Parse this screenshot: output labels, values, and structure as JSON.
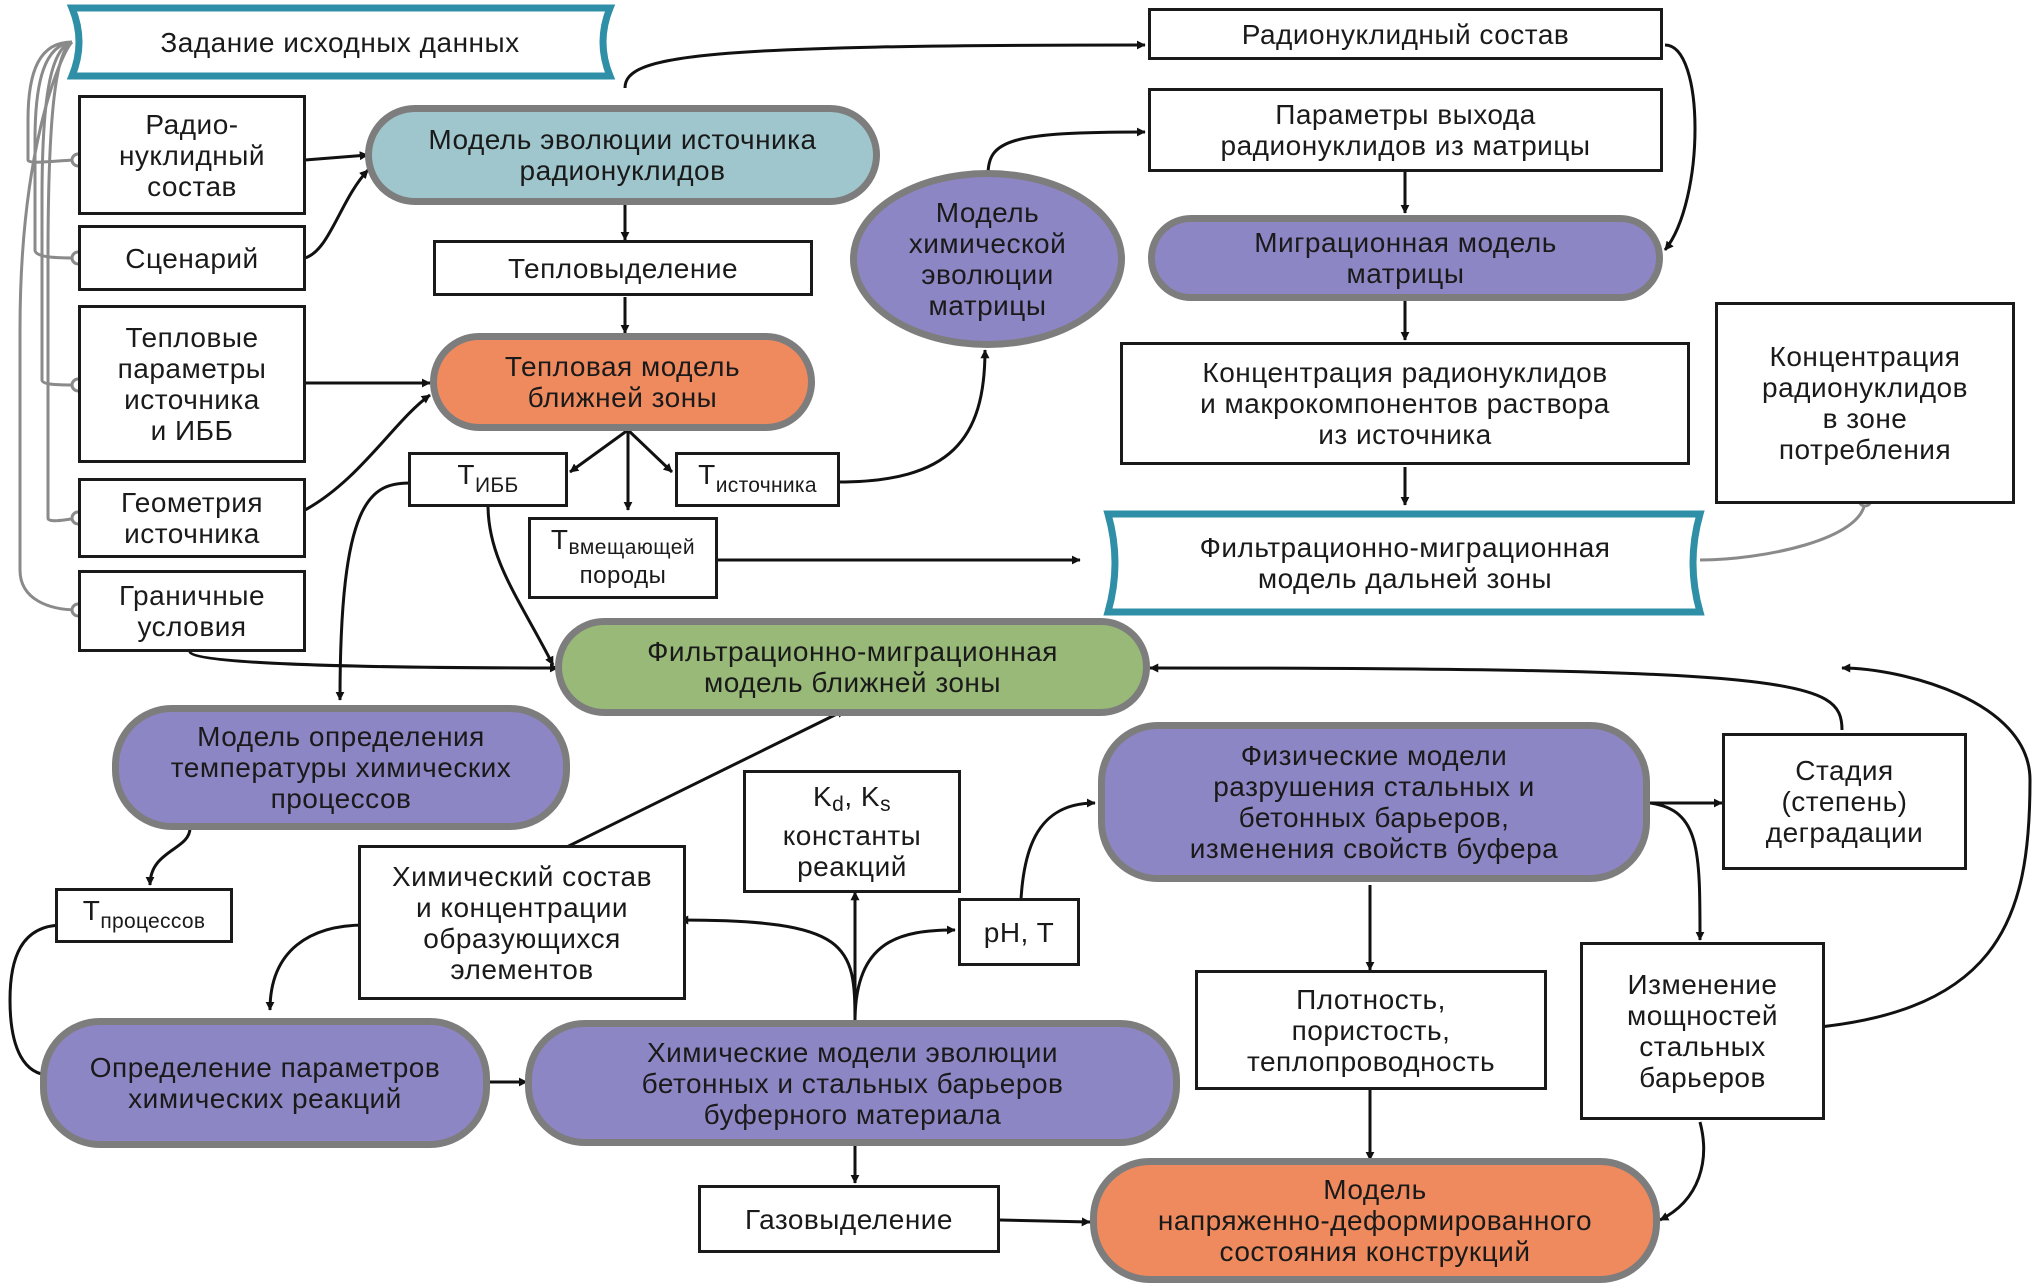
{
  "nodes": {
    "initial_data": {
      "lines": [
        "Задание  исходных  данных"
      ]
    },
    "radionuclide_composition_left": {
      "lines": [
        "Радио-",
        "нуклидный",
        "состав"
      ]
    },
    "scenario": {
      "lines": [
        "Сценарий"
      ]
    },
    "thermal_params": {
      "lines": [
        "Тепловые",
        "параметры",
        "источника",
        "и ИББ"
      ]
    },
    "source_geometry": {
      "lines": [
        "Геометрия",
        "источника"
      ]
    },
    "boundary_conditions": {
      "lines": [
        "Граничные",
        "условия"
      ]
    },
    "source_evolution_model": {
      "lines": [
        "Модель эволюции источника",
        "радионуклидов"
      ]
    },
    "heat_release": {
      "lines": [
        "Тепловыделение"
      ]
    },
    "near_zone_thermal_model": {
      "lines": [
        "Тепловая модель",
        "ближней зоны"
      ]
    },
    "t_ibb": {
      "main": "Т",
      "sub": "ИББ"
    },
    "t_source": {
      "main": "Т",
      "sub": "источника"
    },
    "t_host_rock": {
      "main": "Т",
      "sub": "вмещающей",
      "tail": "породы"
    },
    "matrix_chem_model": {
      "lines": [
        "Модель",
        "химической",
        "эволюции",
        "матрицы"
      ]
    },
    "radionuclide_composition_top": {
      "lines": [
        "Радионуклидный  состав"
      ]
    },
    "matrix_release_params": {
      "lines": [
        "Параметры выхода",
        "радионуклидов из матрицы"
      ]
    },
    "matrix_migration_model": {
      "lines": [
        "Миграционная модель",
        "матрицы"
      ]
    },
    "source_concentration": {
      "lines": [
        "Концентрация радионуклидов",
        "и макрокомпонентов раствора",
        "из источника"
      ]
    },
    "consumption_concentration": {
      "lines": [
        "Концентрация",
        "радионуклидов",
        "в зоне",
        "потребления"
      ]
    },
    "far_zone_model": {
      "lines": [
        "Фильтрационно-миграционная",
        "модель дальней зоны"
      ]
    },
    "near_zone_model": {
      "lines": [
        "Фильтрационно-миграционная",
        "модель ближней зоны"
      ]
    },
    "chem_temp_model": {
      "lines": [
        "Модель определения",
        "температуры химических",
        "процессов"
      ]
    },
    "t_processes": {
      "main": "Т",
      "sub": "процессов"
    },
    "chem_composition": {
      "lines": [
        "Химический состав",
        "и концентрации",
        "образующихся",
        "элементов"
      ]
    },
    "kd_ks": {
      "k1": "K",
      "s1": "d",
      "sep": ", ",
      "k2": "K",
      "s2": "s",
      "line2": "константы",
      "line3": "реакций"
    },
    "ph_t": {
      "lines": [
        "pH, T"
      ]
    },
    "physical_models": {
      "lines": [
        "Физические модели",
        "разрушения стальных и",
        "бетонных барьеров,",
        "изменения свойств буфера"
      ]
    },
    "degradation_stage": {
      "lines": [
        "Стадия",
        "(степень)",
        "деградации"
      ]
    },
    "reaction_params": {
      "lines": [
        "Определение параметров",
        "химических  реакций"
      ]
    },
    "chem_barrier_models": {
      "lines": [
        "Химические модели эволюции",
        "бетонных и стальных барьеров",
        "буферного материала"
      ]
    },
    "density_porosity": {
      "lines": [
        "Плотность,",
        "пористость,",
        "теплопроводность"
      ]
    },
    "steel_thickness": {
      "lines": [
        "Изменение",
        "мощностей",
        "стальных",
        "барьеров"
      ]
    },
    "gas_release": {
      "lines": [
        "Газовыделение"
      ]
    },
    "stress_strain_model": {
      "lines": [
        "Модель",
        "напряженно-деформированного",
        "состояния конструкций"
      ]
    }
  },
  "colors": {
    "source_model": "#9fc6cd",
    "thermal_model": "#ef8a5e",
    "near_zone_model": "#98b978",
    "purple_models": "#8d86c4",
    "pill_border": "#7d7d7d",
    "teal_border": "#2f8fa6"
  }
}
